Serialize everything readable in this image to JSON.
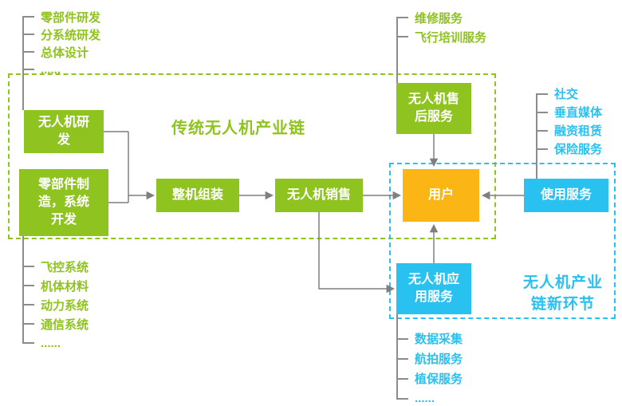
{
  "colors": {
    "green": "#8fc31f",
    "cyan": "#29c1f0",
    "yellow": "#fbb515",
    "line_gray": "#8c8c8c"
  },
  "groups": {
    "traditional": {
      "label": "传统无人机产业链"
    },
    "new_links": {
      "label": "无人机产业链新环节",
      "lines": [
        "无人机产业",
        "链新环节"
      ]
    }
  },
  "nodes": {
    "rd": "无人机研发",
    "parts": "零部件制造，系统开发",
    "assembly": "整机组装",
    "sales": "无人机销售",
    "user": "用户",
    "after_sales": "无人机售后服务",
    "usage": "使用服务",
    "app_service": "无人机应用服务"
  },
  "lists": {
    "top_left": [
      "零部件研发",
      "分系统研发",
      "总体设计",
      "......"
    ],
    "bottom_left": [
      "飞控系统",
      "机体材料",
      "动力系统",
      "通信系统",
      "......"
    ],
    "top_right": [
      "维修服务",
      "飞行培训服务"
    ],
    "right": [
      "社交",
      "垂直媒体",
      "融资租赁",
      "保险服务"
    ],
    "bottom_right": [
      "数据采集",
      "航拍服务",
      "植保服务",
      "......"
    ]
  }
}
